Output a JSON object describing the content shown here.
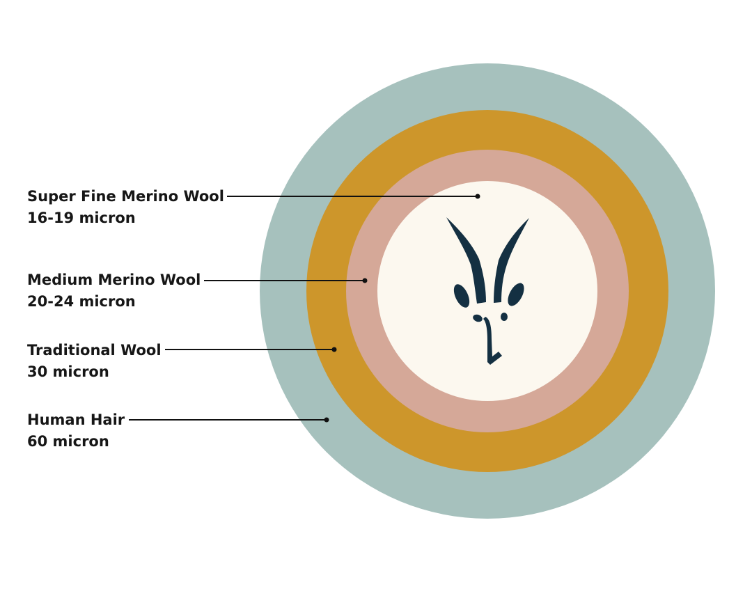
{
  "title": "Wool fibre diameter comparison",
  "colors": {
    "human_hair": "#a6c1bd",
    "traditional_wool": "#cd962b",
    "medium_merino": "#d5a898",
    "super_fine_merino": "#fcf8ef",
    "logo": "#143042",
    "text": "#161616"
  },
  "rings": [
    {
      "name": "Super Fine Merino Wool",
      "micron": "16-19 micron"
    },
    {
      "name": "Medium Merino Wool",
      "micron": "20-24 micron"
    },
    {
      "name": "Traditional Wool",
      "micron": "30 micron"
    },
    {
      "name": "Human Hair",
      "micron": "60 micron"
    }
  ],
  "logo_icon": "antelope-head-icon"
}
